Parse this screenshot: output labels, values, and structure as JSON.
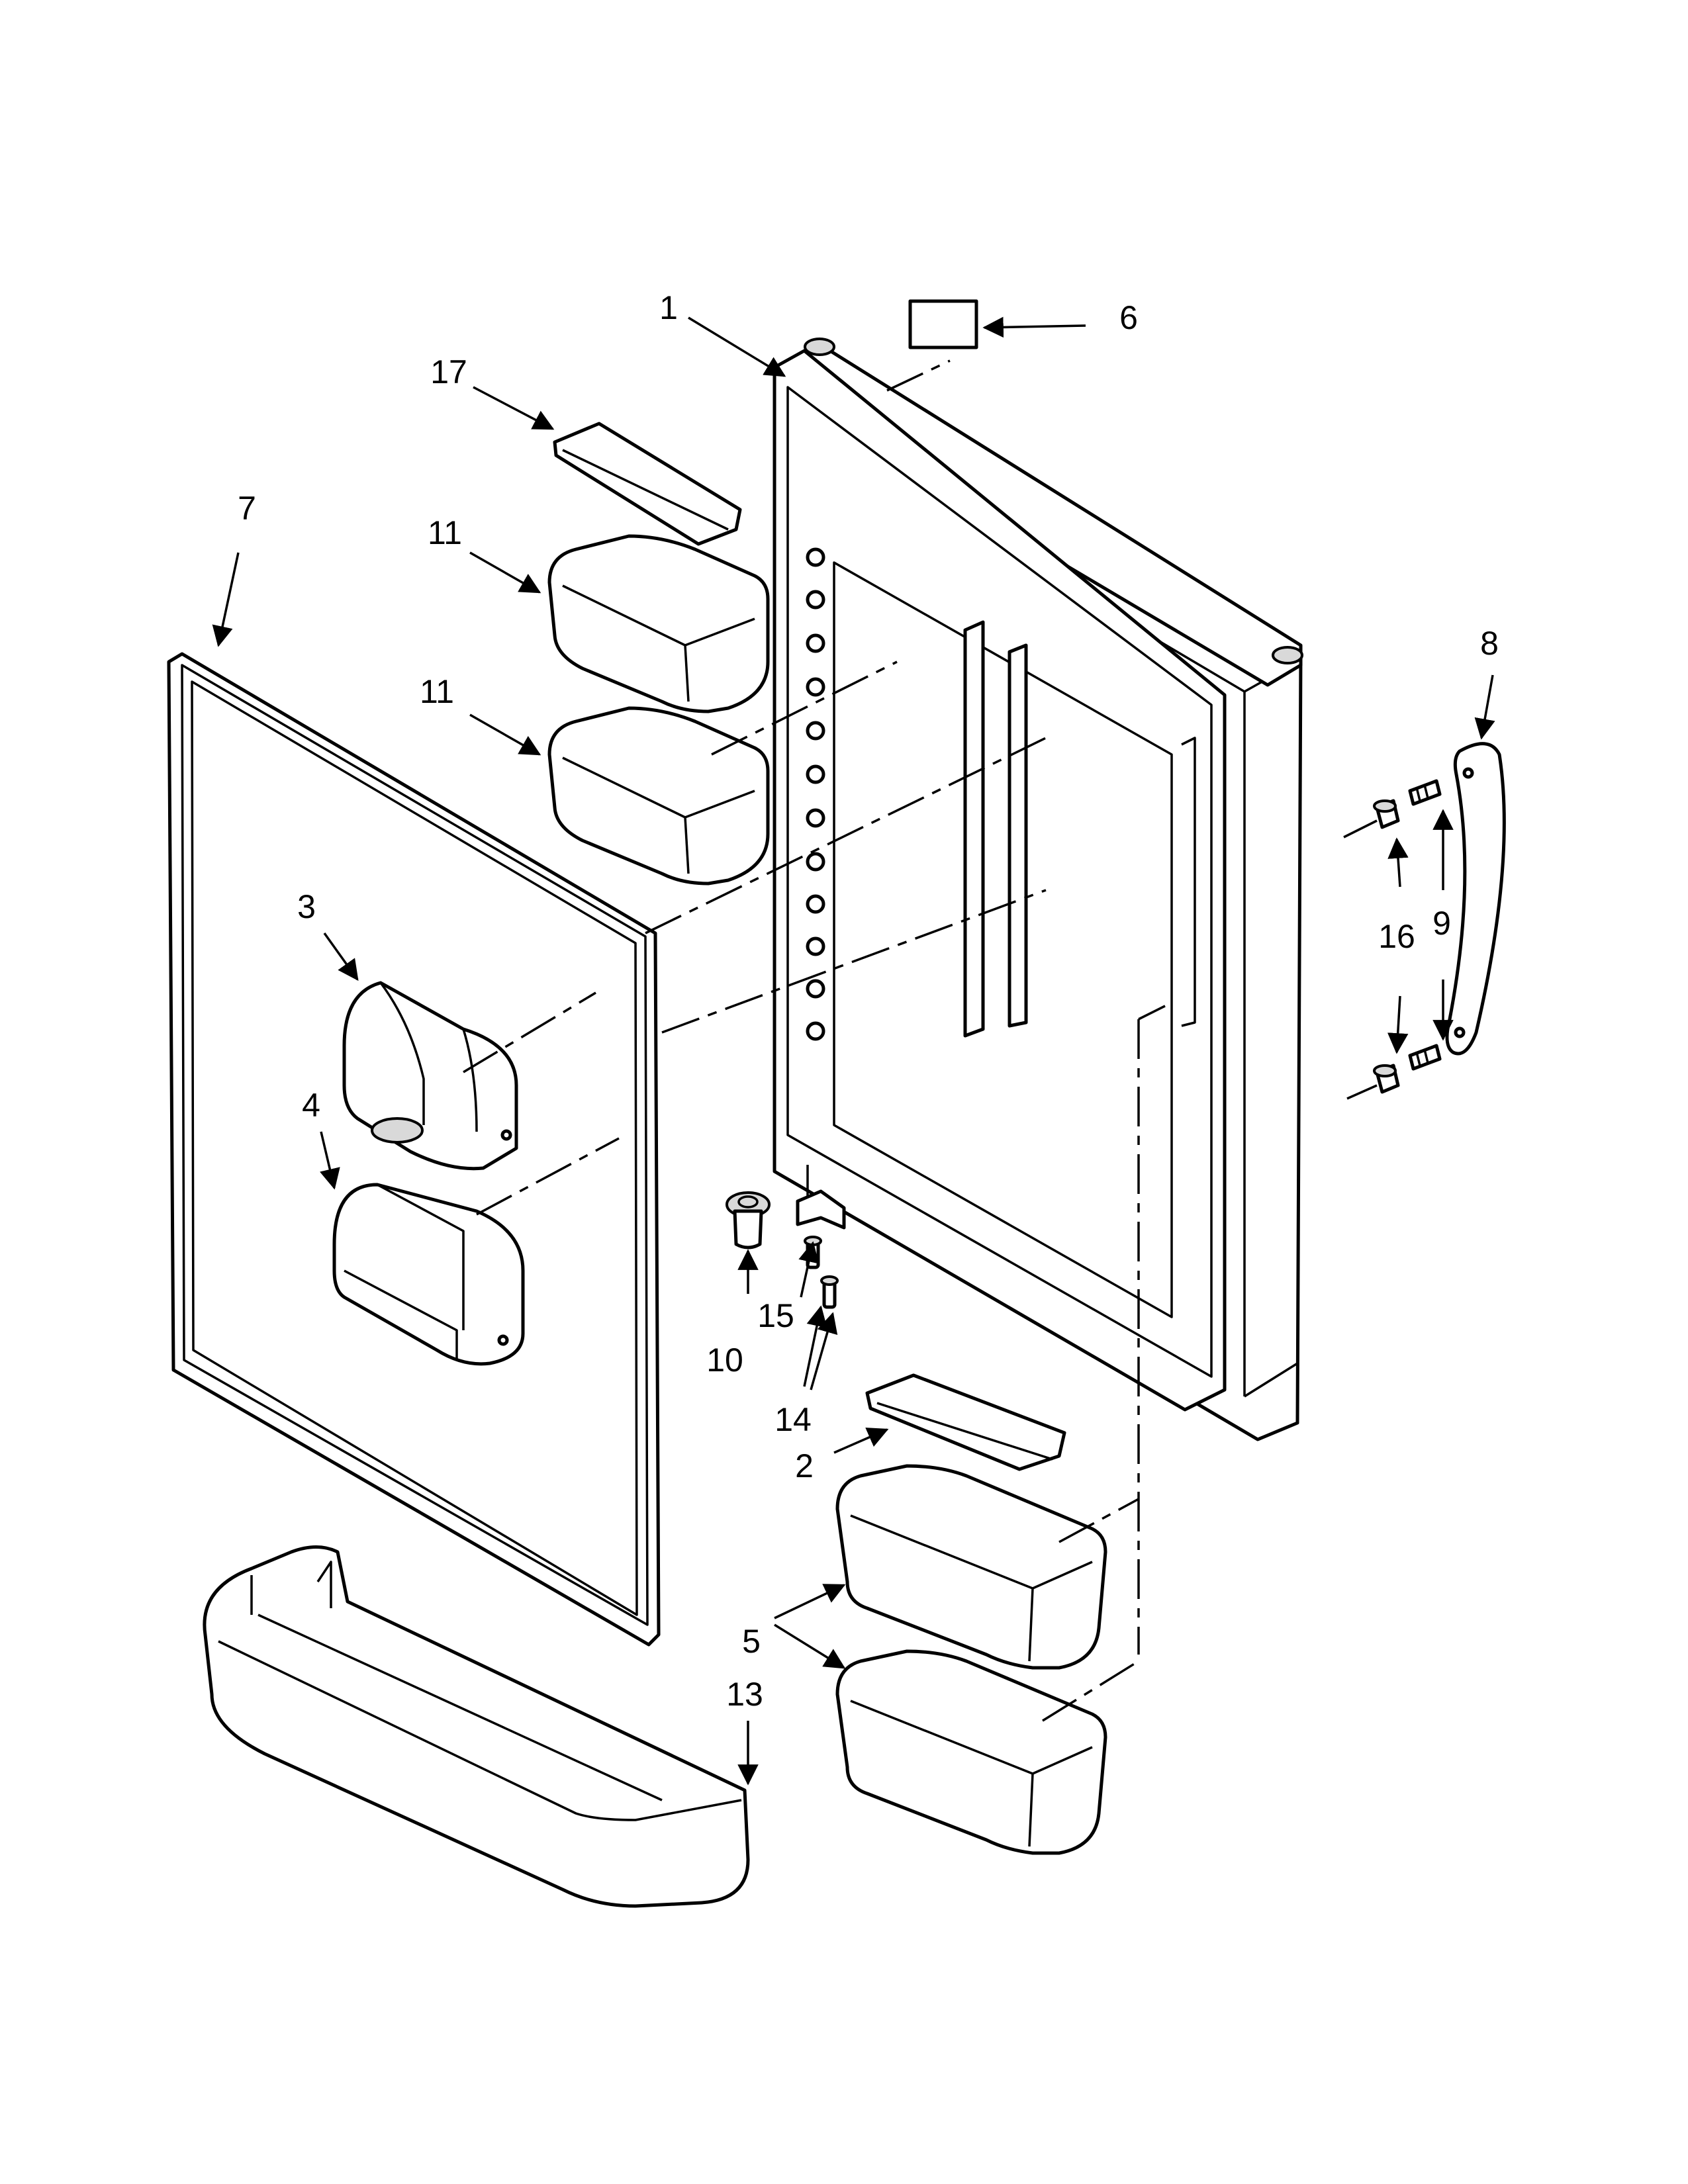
{
  "diagram": {
    "callouts": {
      "c1": "1",
      "c2": "2",
      "c3": "3",
      "c4": "4",
      "c5": "5",
      "c6": "6",
      "c7": "7",
      "c8": "8",
      "c9": "9",
      "c10": "10",
      "c11a": "11",
      "c11b": "11",
      "c13": "13",
      "c14": "14",
      "c15": "15",
      "c16": "16",
      "c17": "17"
    }
  }
}
